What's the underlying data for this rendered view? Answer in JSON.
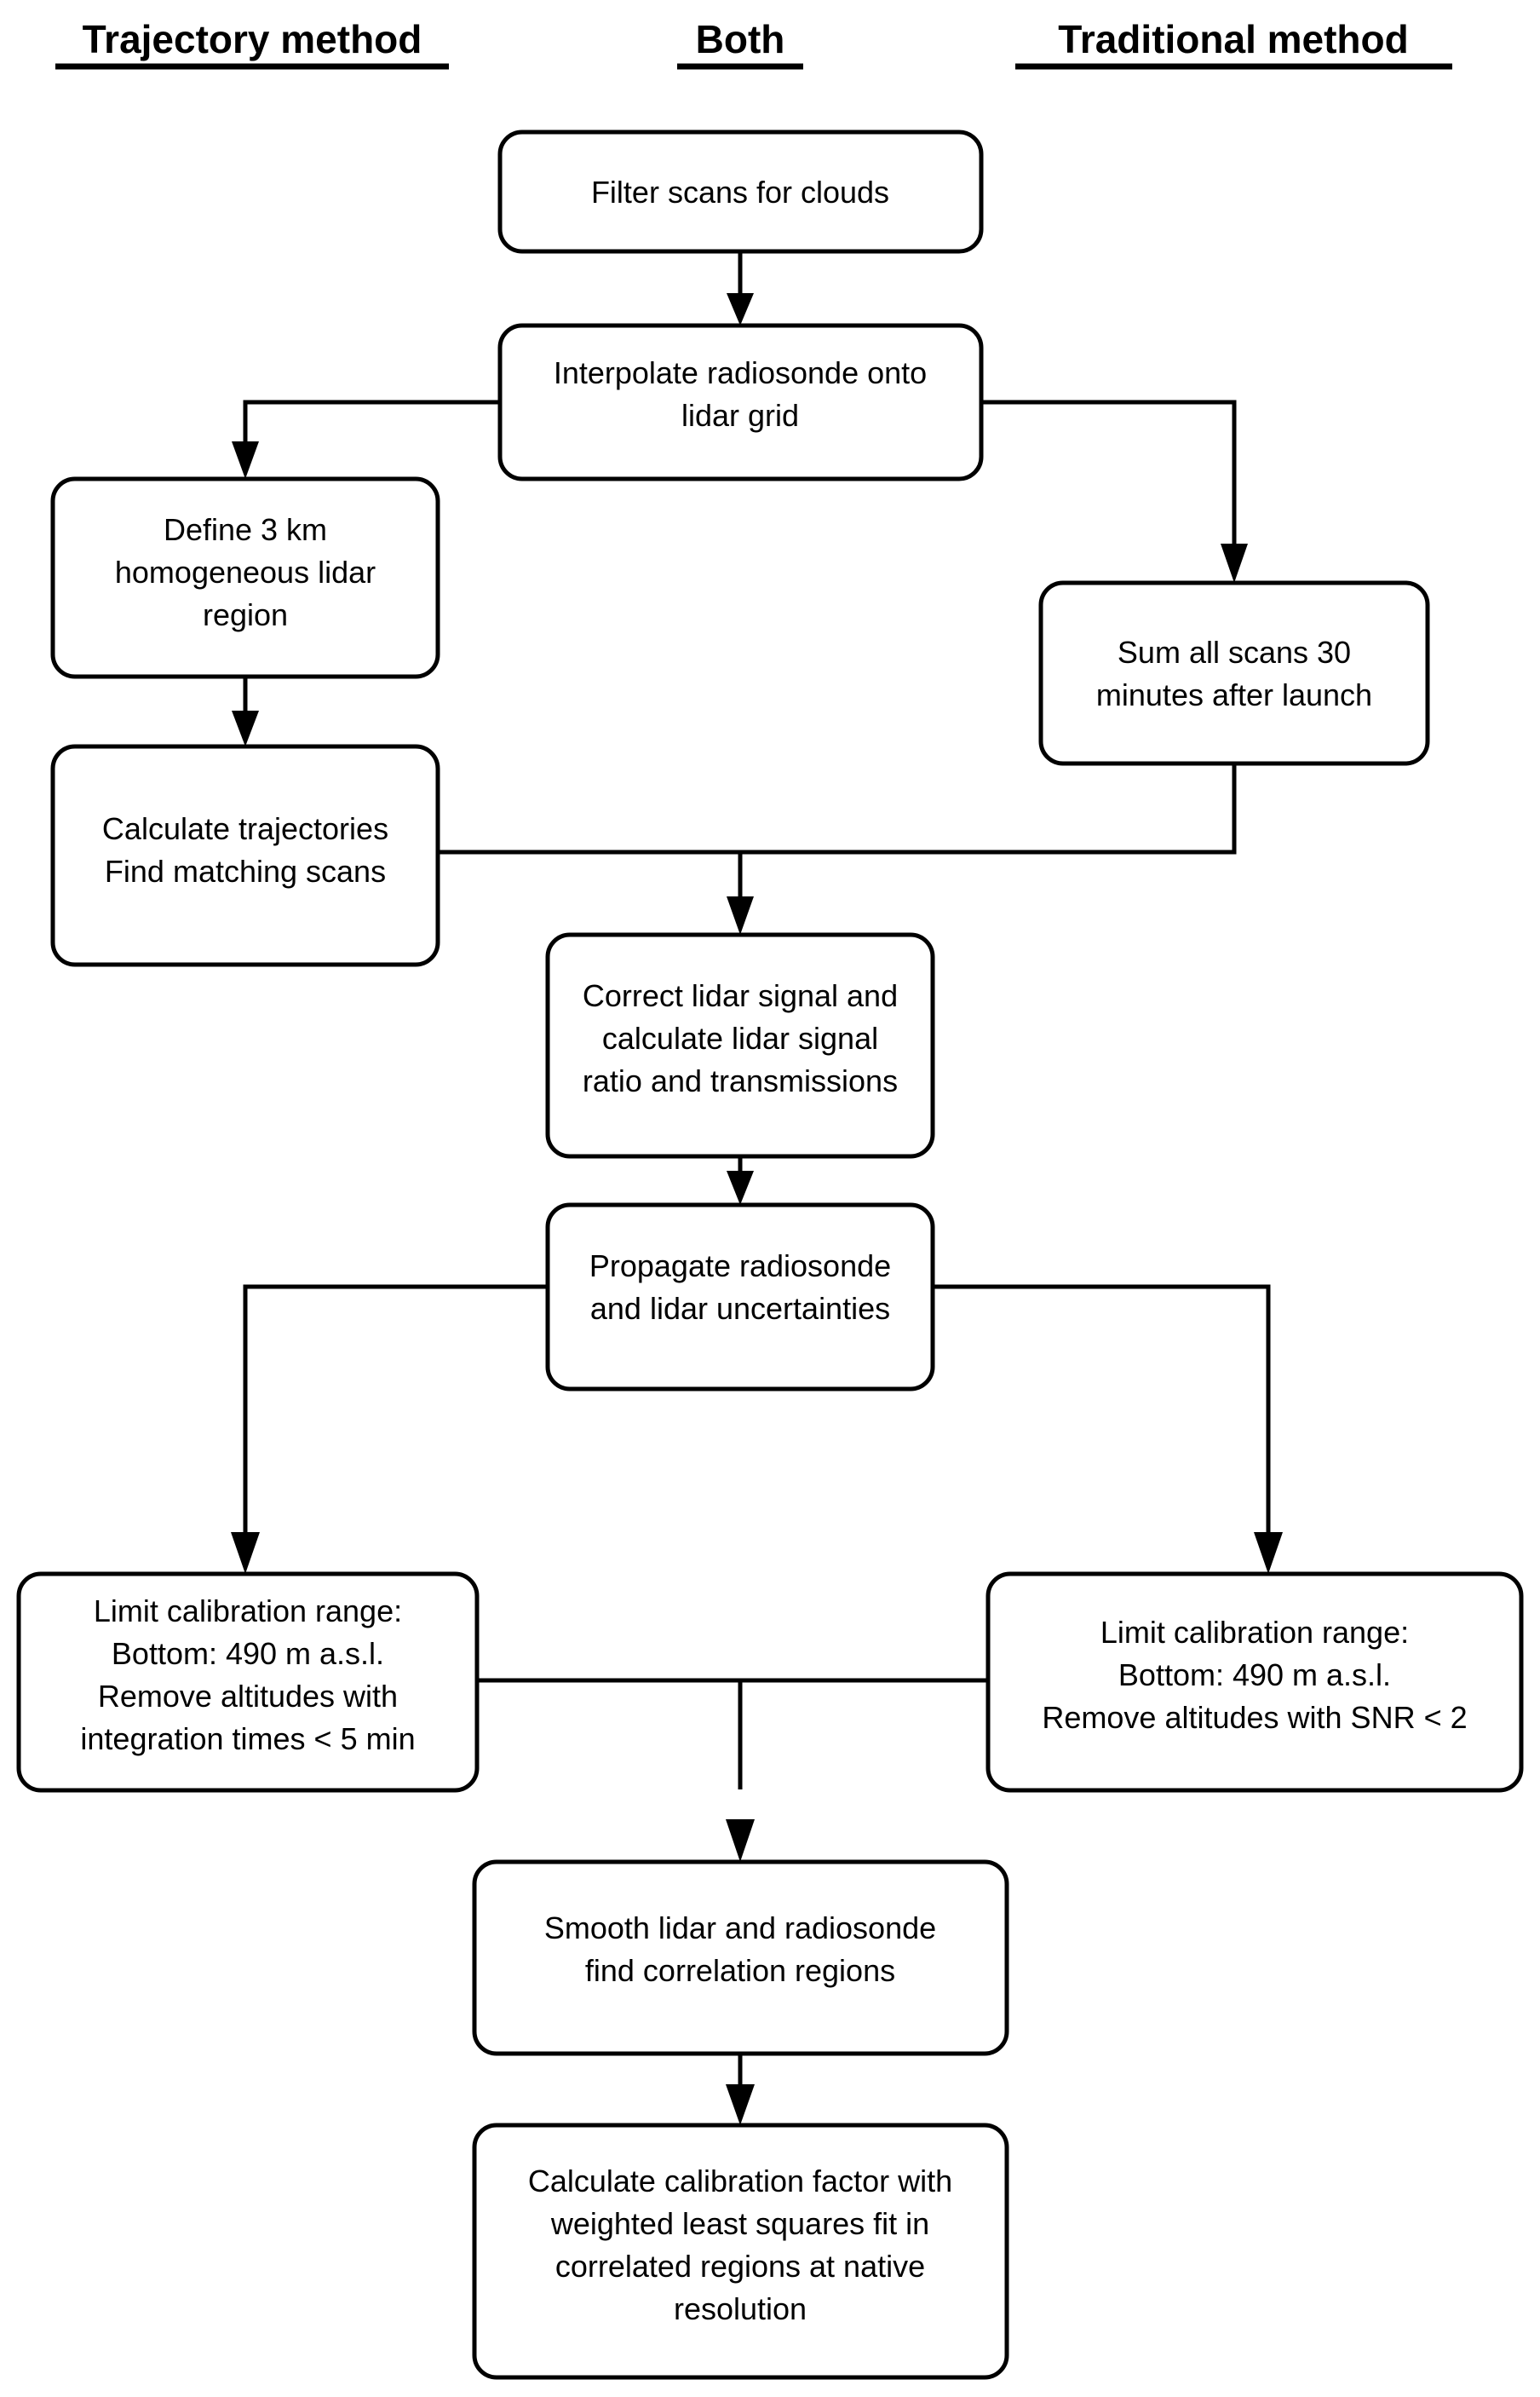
{
  "figure": {
    "type": "flowchart",
    "orientation": "top-to-bottom",
    "background_color": "#ffffff",
    "line_color": "#000000",
    "box_fill": "#ffffff"
  },
  "column_headers": [
    {
      "id": "col-trajectory",
      "label": "Trajectory method",
      "underlined": true,
      "bold": true
    },
    {
      "id": "col-both",
      "label": "Both",
      "underlined": true,
      "bold": true
    },
    {
      "id": "col-traditional",
      "label": "Traditional method",
      "underlined": true,
      "bold": true
    }
  ],
  "nodes": [
    {
      "id": "filter-scans",
      "column": "Both",
      "lines": [
        "Filter scans for clouds"
      ]
    },
    {
      "id": "interpolate-radiosonde",
      "column": "Both",
      "lines": [
        "Interpolate radiosonde onto",
        "lidar grid"
      ]
    },
    {
      "id": "define-region",
      "column": "Trajectory method",
      "lines": [
        "Define 3 km",
        "homogeneous lidar",
        "region"
      ]
    },
    {
      "id": "sum-scans",
      "column": "Traditional method",
      "lines": [
        "Sum all scans 30",
        "minutes after launch"
      ]
    },
    {
      "id": "calculate-trajectories",
      "column": "Trajectory method",
      "lines": [
        "Calculate trajectories",
        "Find matching scans"
      ]
    },
    {
      "id": "correct-lidar-signal",
      "column": "Both",
      "lines": [
        "Correct lidar signal and",
        "calculate lidar signal",
        "ratio and transmissions"
      ]
    },
    {
      "id": "propagate-uncertainties",
      "column": "Both",
      "lines": [
        "Propagate radiosonde",
        "and lidar uncertainties"
      ]
    },
    {
      "id": "limit-range-trajectory",
      "column": "Trajectory method",
      "lines": [
        "Limit calibration range:",
        "Bottom: 490 m a.s.l.",
        "Remove altitudes with",
        "integration times < 5 min"
      ]
    },
    {
      "id": "limit-range-traditional",
      "column": "Traditional method",
      "lines": [
        "Limit calibration range:",
        "Bottom: 490 m a.s.l.",
        "Remove altitudes with SNR < 2"
      ]
    },
    {
      "id": "smooth-correlate",
      "column": "Both",
      "lines": [
        "Smooth lidar and radiosonde",
        "find correlation regions"
      ]
    },
    {
      "id": "calculate-calibration-factor",
      "column": "Both",
      "lines": [
        "Calculate calibration factor with",
        "weighted least squares fit in",
        "correlated regions at native",
        "resolution"
      ]
    }
  ],
  "edges": [
    {
      "id": "edge-filter-to-interpolate",
      "from": "filter-scans",
      "to": "interpolate-radiosonde",
      "style": "straight-down",
      "arrow": true
    },
    {
      "id": "edge-interpolate-to-define",
      "from": "interpolate-radiosonde",
      "to": "define-region",
      "style": "left-elbow",
      "arrow": true
    },
    {
      "id": "edge-interpolate-to-sum",
      "from": "interpolate-radiosonde",
      "to": "sum-scans",
      "style": "right-elbow",
      "arrow": true
    },
    {
      "id": "edge-define-to-trajectories",
      "from": "define-region",
      "to": "calculate-trajectories",
      "style": "straight-down",
      "arrow": true
    },
    {
      "id": "edge-trajectories-to-correct",
      "from": "calculate-trajectories",
      "to": "correct-lidar-signal",
      "style": "merge-from-left",
      "arrow": true
    },
    {
      "id": "edge-sum-to-correct",
      "from": "sum-scans",
      "to": "correct-lidar-signal",
      "style": "merge-from-right",
      "arrow": true
    },
    {
      "id": "edge-correct-to-propagate",
      "from": "correct-lidar-signal",
      "to": "propagate-uncertainties",
      "style": "straight-down",
      "arrow": true
    },
    {
      "id": "edge-propagate-to-limit-left",
      "from": "propagate-uncertainties",
      "to": "limit-range-trajectory",
      "style": "left-elbow",
      "arrow": true
    },
    {
      "id": "edge-propagate-to-limit-right",
      "from": "propagate-uncertainties",
      "to": "limit-range-traditional",
      "style": "right-elbow",
      "arrow": true
    },
    {
      "id": "edge-limit-left-to-smooth",
      "from": "limit-range-trajectory",
      "to": "smooth-correlate",
      "style": "merge-from-left",
      "arrow": true
    },
    {
      "id": "edge-limit-right-to-smooth",
      "from": "limit-range-traditional",
      "to": "smooth-correlate",
      "style": "merge-from-right",
      "arrow": true
    },
    {
      "id": "edge-smooth-to-calibration",
      "from": "smooth-correlate",
      "to": "calculate-calibration-factor",
      "style": "straight-down",
      "arrow": true
    }
  ]
}
